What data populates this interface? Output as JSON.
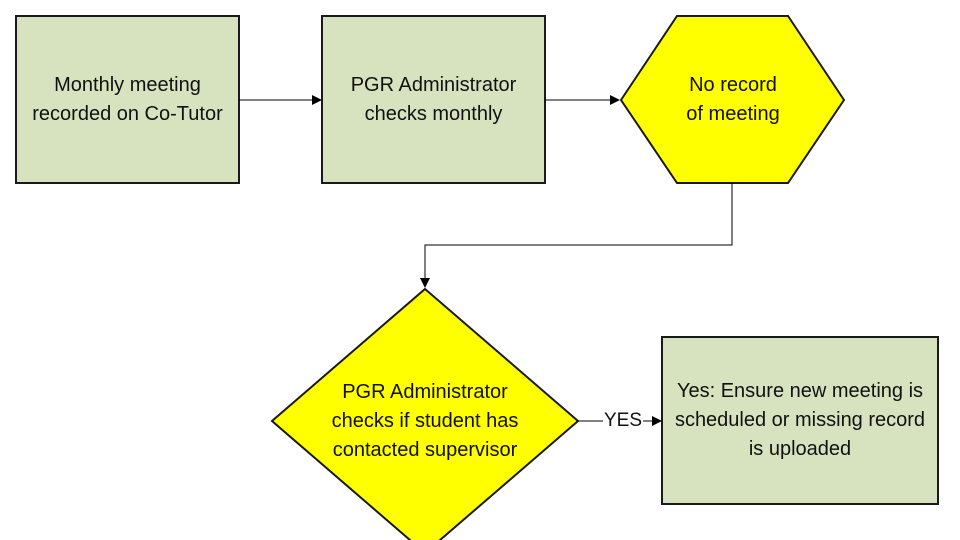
{
  "colors": {
    "process_fill": "#d7e3bf",
    "decision_fill": "#ffff00",
    "stroke": "#1a1a1a",
    "text": "#111111"
  },
  "nodes": {
    "monthly_meeting": {
      "shape": "rectangle",
      "text": "Monthly meeting recorded on Co-Tutor"
    },
    "admin_checks": {
      "shape": "rectangle",
      "text": "PGR Administrator checks monthly"
    },
    "no_record": {
      "shape": "hexagon",
      "text": "No record of meeting"
    },
    "student_contact": {
      "shape": "diamond",
      "text": "PGR Administrator checks if student has contacted supervisor"
    },
    "ensure_meeting": {
      "shape": "rectangle",
      "text": "Yes: Ensure new meeting is scheduled or missing record is uploaded"
    }
  },
  "edges": [
    {
      "from": "monthly_meeting",
      "to": "admin_checks",
      "label": ""
    },
    {
      "from": "admin_checks",
      "to": "no_record",
      "label": ""
    },
    {
      "from": "no_record",
      "to": "student_contact",
      "label": ""
    },
    {
      "from": "student_contact",
      "to": "ensure_meeting",
      "label": "YES"
    }
  ]
}
